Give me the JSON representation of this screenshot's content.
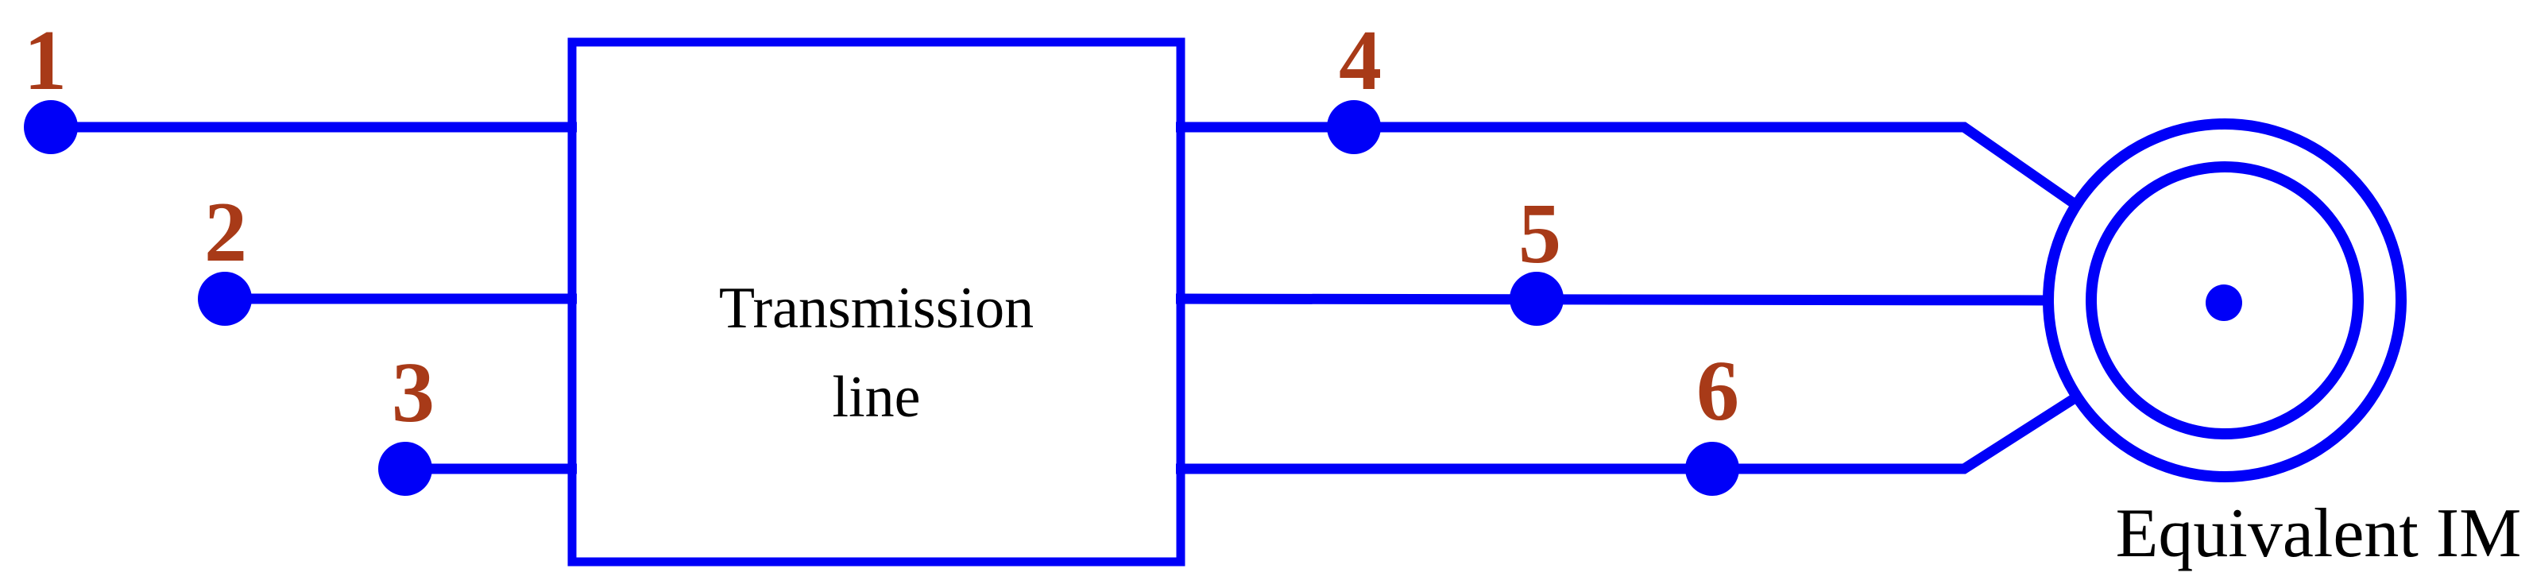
{
  "colors": {
    "wire": "#0000f8",
    "node_label": "#a83a18",
    "text": "#000000",
    "background": "#ffffff"
  },
  "nodes": [
    {
      "label": "1"
    },
    {
      "label": "2"
    },
    {
      "label": "3"
    },
    {
      "label": "4"
    },
    {
      "label": "5"
    },
    {
      "label": "6"
    }
  ],
  "transmission_box": {
    "label_line1": "Transmission",
    "label_line2": "line"
  },
  "machine": {
    "label": "Equivalent IM"
  }
}
